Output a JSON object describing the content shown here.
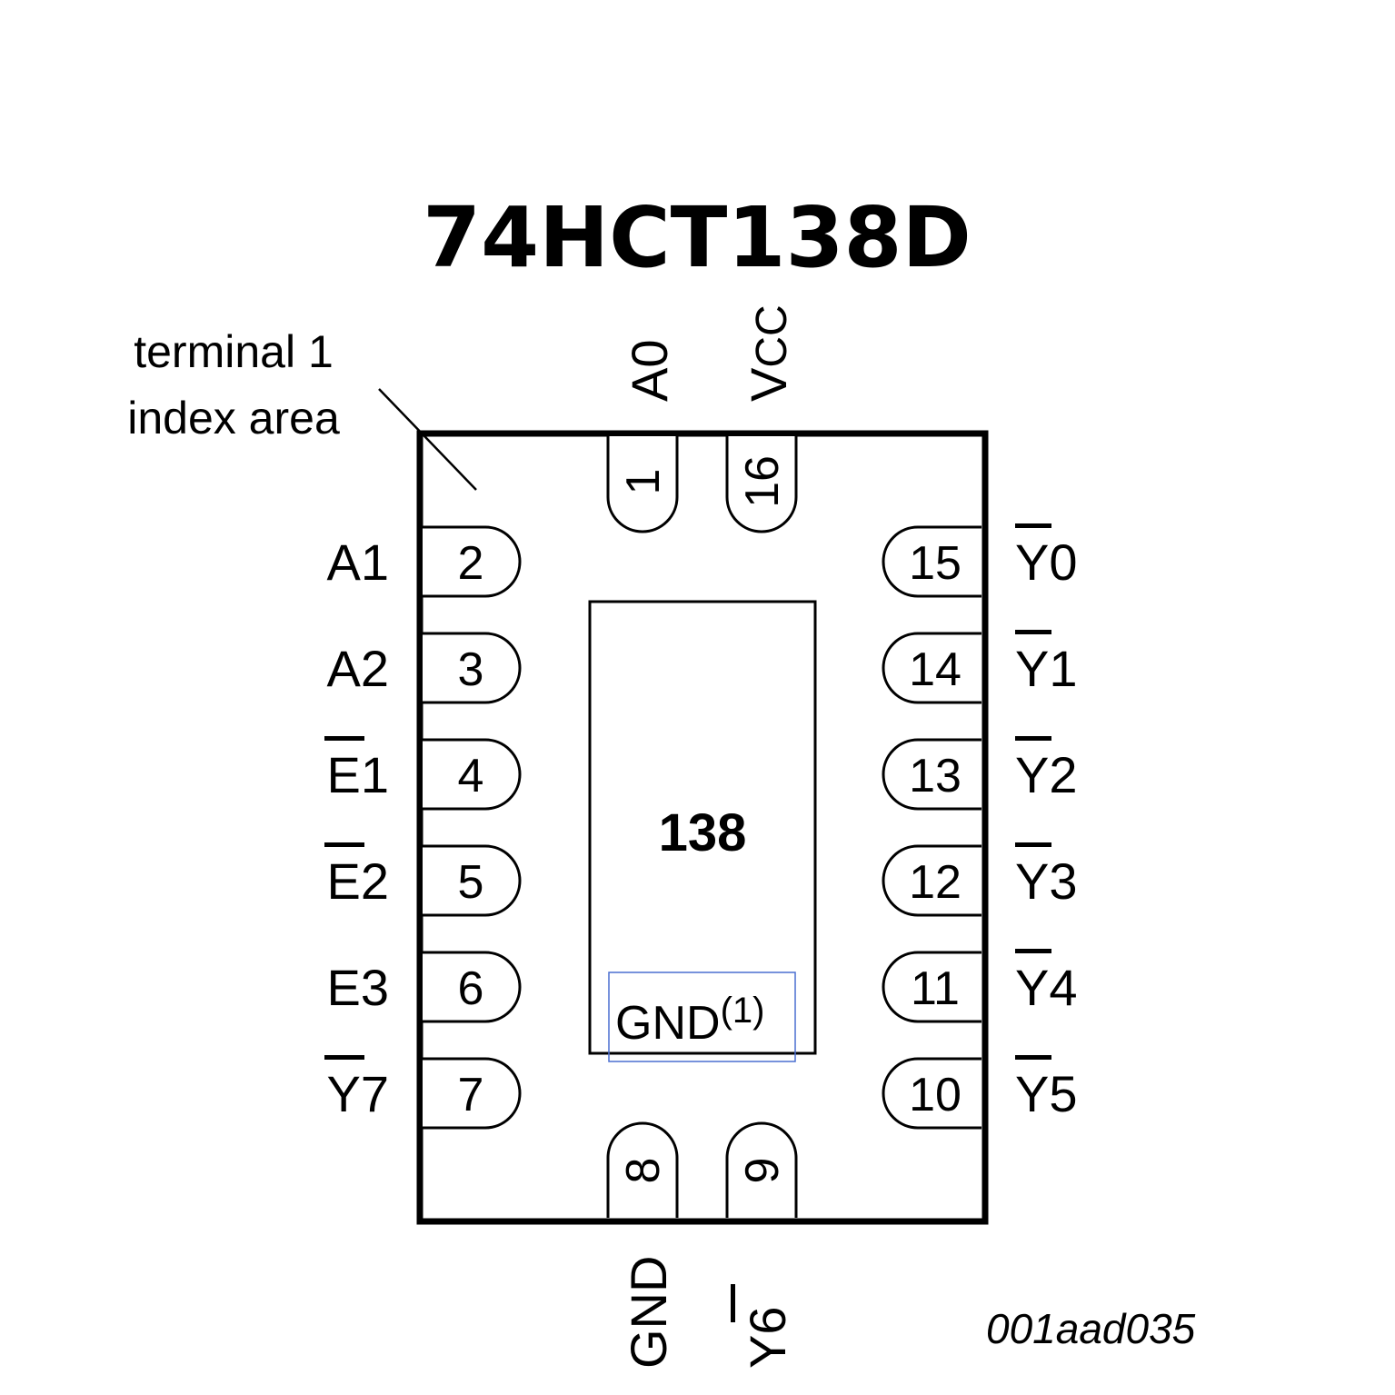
{
  "title": "74HCT138D",
  "center_label": "138",
  "exposed_pad_label": "GND",
  "exposed_pad_note": "(1)",
  "index_note": [
    "terminal 1",
    "index area"
  ],
  "figure_code": "001aad035",
  "pins": {
    "left": [
      {
        "num": "2",
        "name": "A1",
        "overbar": false
      },
      {
        "num": "3",
        "name": "A2",
        "overbar": false
      },
      {
        "num": "4",
        "name": "E1",
        "overbar": true
      },
      {
        "num": "5",
        "name": "E2",
        "overbar": true
      },
      {
        "num": "6",
        "name": "E3",
        "overbar": false
      },
      {
        "num": "7",
        "name": "Y7",
        "overbar": true
      }
    ],
    "right": [
      {
        "num": "15",
        "name": "Y0",
        "overbar": true
      },
      {
        "num": "14",
        "name": "Y1",
        "overbar": true
      },
      {
        "num": "13",
        "name": "Y2",
        "overbar": true
      },
      {
        "num": "12",
        "name": "Y3",
        "overbar": true
      },
      {
        "num": "11",
        "name": "Y4",
        "overbar": true
      },
      {
        "num": "10",
        "name": "Y5",
        "overbar": true
      }
    ],
    "top": [
      {
        "num": "1",
        "name": "A0",
        "overbar": false
      },
      {
        "num": "16",
        "name": "V",
        "sub": "CC",
        "overbar": false
      }
    ],
    "bottom": [
      {
        "num": "8",
        "name": "GND",
        "overbar": false
      },
      {
        "num": "9",
        "name": "Y6",
        "overbar": true
      }
    ]
  },
  "colors": {
    "outline": "#000000",
    "highlight_box": "#4a6fd0"
  }
}
